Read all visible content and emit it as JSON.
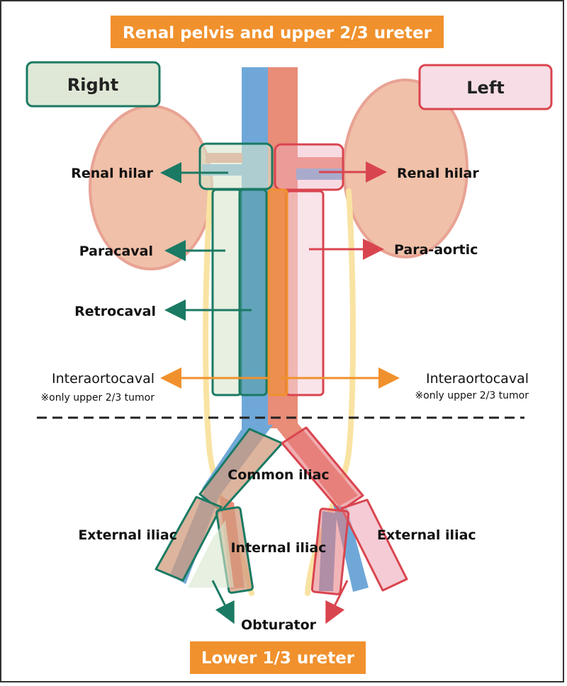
{
  "colors": {
    "orange_banner": "#f0912d",
    "right_green": "#1a7a63",
    "left_red": "#d9454f",
    "kidney": "#f0c0a8",
    "ivc_blue": "#6fa8d8",
    "aorta_salmon": "#e98c78",
    "ureter_yellow": "#f9e3a3",
    "interaortocaval_orange": "#f0912d"
  },
  "banners": {
    "top": "Renal pelvis and upper 2/3 ureter",
    "bottom": "Lower 1/3 ureter"
  },
  "sides": {
    "right": "Right",
    "left": "Left"
  },
  "labels": {
    "right_renal_hilar": "Renal hilar",
    "left_renal_hilar": "Renal hilar",
    "paracaval": "Paracaval",
    "para_aortic": "Para-aortic",
    "retrocaval": "Retrocaval",
    "interaortocaval_right": "Interaortocaval",
    "interaortocaval_left": "Interaortocaval",
    "note_right": "※only upper 2/3 tumor",
    "note_left": "※only upper 2/3 tumor",
    "common_iliac": "Common iliac",
    "external_iliac_right": "External iliac",
    "external_iliac_left": "External iliac",
    "internal_iliac": "Internal iliac",
    "obturator": "Obturator"
  }
}
